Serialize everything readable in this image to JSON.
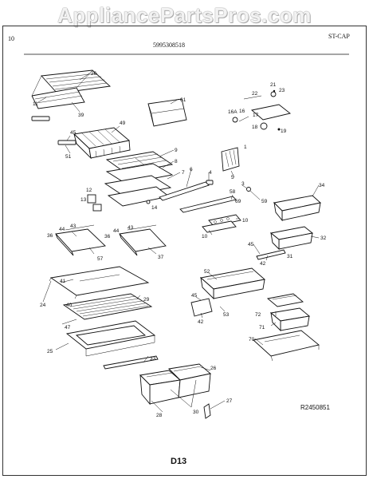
{
  "watermark": "AppliancePartsPros.com",
  "header": {
    "left": "10",
    "model": "5995308518",
    "right": "ST-CAP"
  },
  "footer": {
    "ref": "R2450851",
    "page": "D13"
  },
  "callouts": {
    "c26a": "26",
    "c11": "11",
    "c39": "39",
    "c61": "61",
    "c22": "22",
    "c21": "21",
    "c23": "23",
    "c16a": "16A",
    "c16": "16",
    "c17": "17",
    "c18": "18",
    "c19": "19",
    "c45a": "45",
    "c51": "51",
    "c49": "49",
    "c9": "9",
    "c8": "8",
    "c7": "7",
    "c6": "6",
    "c4": "4",
    "c3": "3",
    "c5": "5",
    "c58": "58",
    "c1": "1",
    "c12": "12",
    "c13": "13",
    "c14": "14",
    "c69": "69",
    "c10a": "10",
    "c10b": "10",
    "c59": "59",
    "c34": "34",
    "c44a": "44",
    "c43a": "43",
    "c36a": "36",
    "c36b": "36",
    "c57": "57",
    "c44b": "44",
    "c43b": "43",
    "c37": "37",
    "c45b": "45",
    "c42a": "42",
    "c31": "31",
    "c32": "32",
    "c41": "41",
    "c29": "29",
    "c24": "24",
    "c40": "40",
    "c47": "47",
    "c25": "25",
    "c33": "33",
    "c52": "52",
    "c45c": "45",
    "c42b": "42",
    "c53": "53",
    "c72": "72",
    "c71": "71",
    "c70": "70",
    "c26b": "26",
    "c27": "27",
    "c28": "28",
    "c30": "30"
  }
}
